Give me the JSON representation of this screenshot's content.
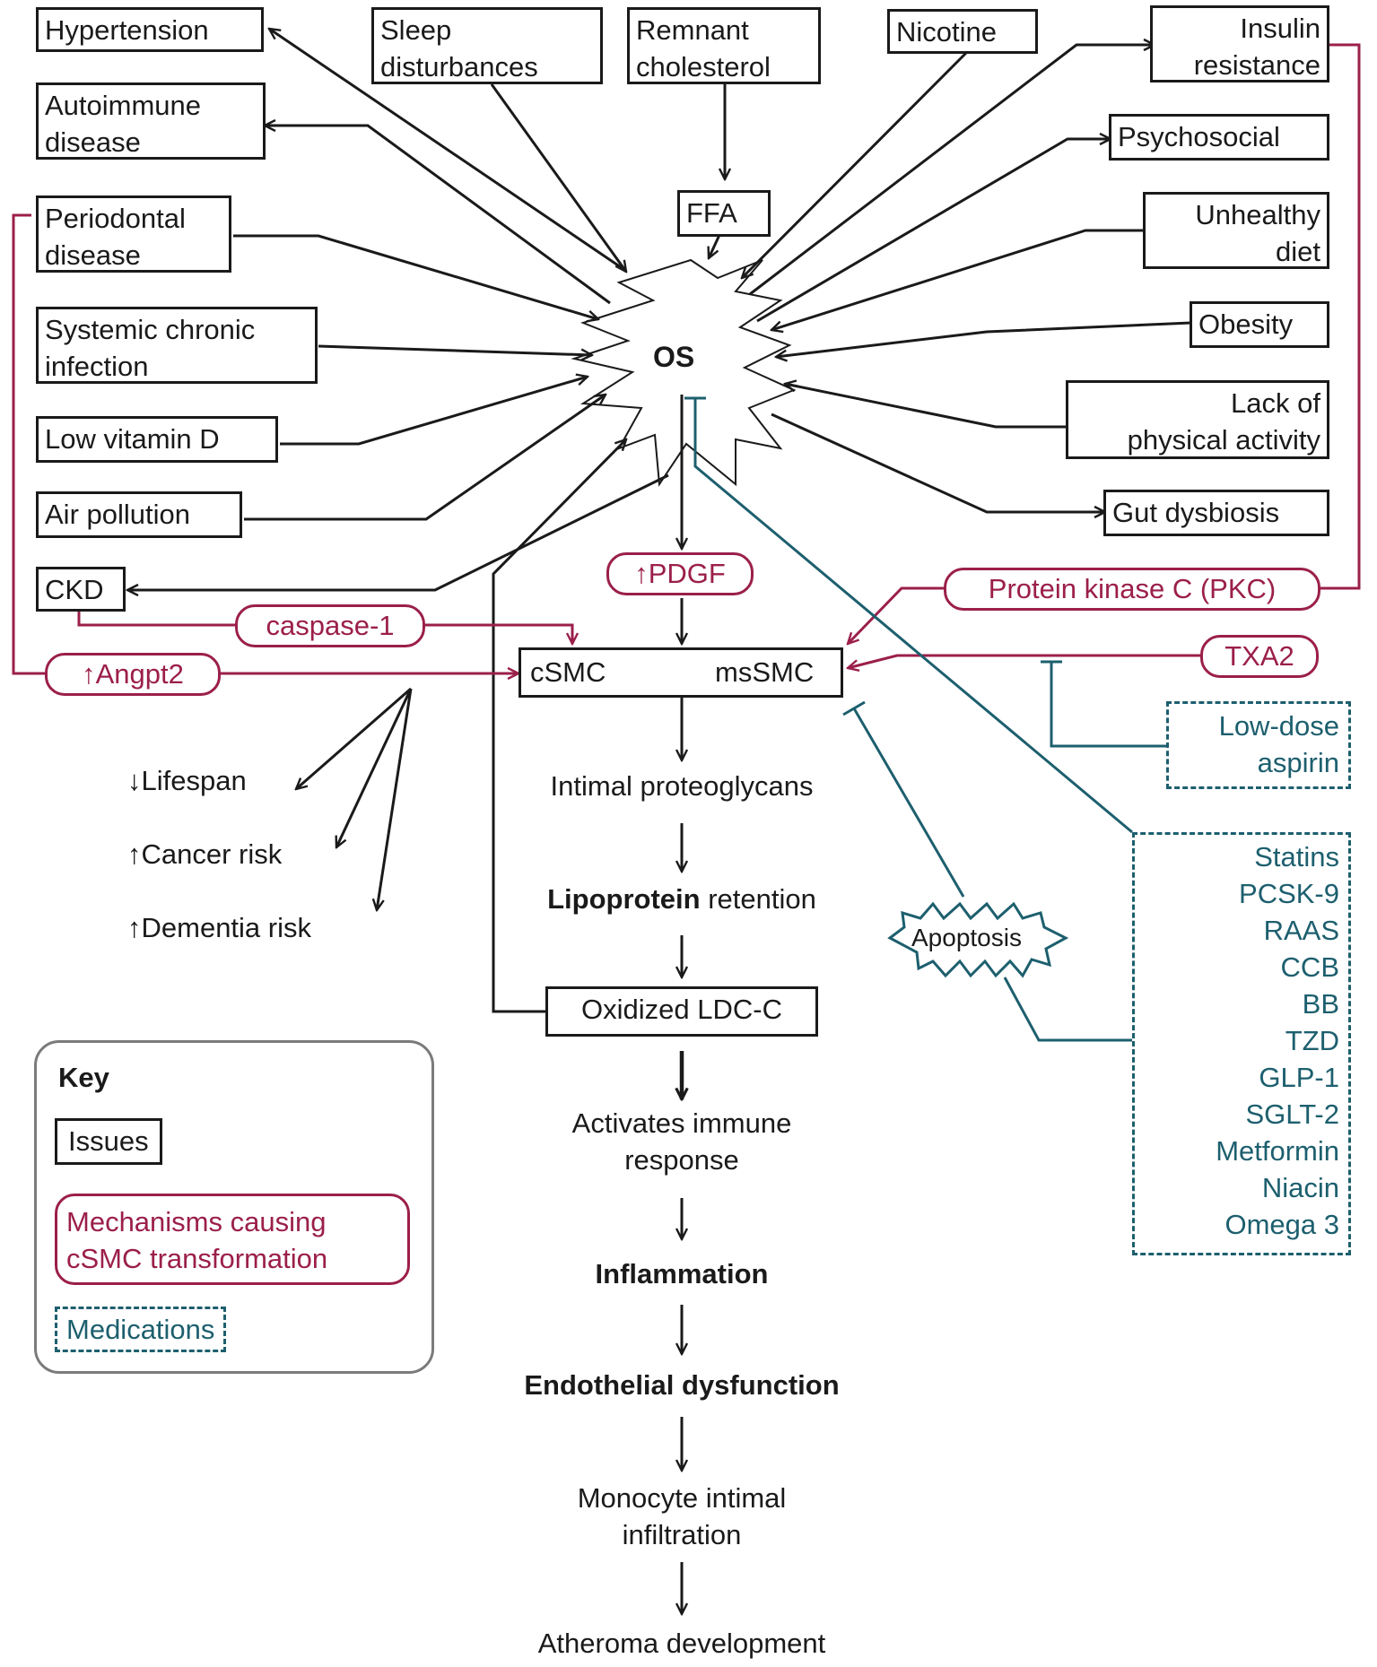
{
  "central_node": "OS",
  "issues": {
    "hypertension": "Hypertension",
    "sleep": [
      "Sleep",
      "disturbances"
    ],
    "remnant": [
      "Remnant",
      "cholesterol"
    ],
    "nicotine": "Nicotine",
    "insulin": [
      "Insulin",
      "resistance"
    ],
    "autoimmune": [
      "Autoimmune",
      "disease"
    ],
    "psychosocial": "Psychosocial",
    "periodontal": [
      "Periodontal",
      "disease"
    ],
    "diet": [
      "Unhealthy",
      "diet"
    ],
    "ffa": "FFA",
    "systemic": [
      "Systemic chronic",
      "infection"
    ],
    "obesity": "Obesity",
    "vitamin_d": "Low vitamin D",
    "physical": [
      "Lack of",
      "physical activity"
    ],
    "air": "Air pollution",
    "gut": "Gut dysbiosis",
    "ckd": "CKD",
    "csmc": "cSMC",
    "mssmc": "msSMC",
    "oxldl": "Oxidized LDC-C"
  },
  "mechanisms": {
    "pdgf": "↑PDGF",
    "pkc": "Protein kinase C (PKC)",
    "caspase": "caspase-1",
    "angpt2": "↑Angpt2",
    "txa2": "TXA2"
  },
  "medications": {
    "aspirin": [
      "Low-dose",
      "aspirin"
    ],
    "list": [
      "Statins",
      "PCSK-9",
      "RAAS",
      "CCB",
      "BB",
      "TZD",
      "GLP-1",
      "SGLT-2",
      "Metformin",
      "Niacin",
      "Omega 3"
    ]
  },
  "apoptosis": "Apoptosis",
  "outcomes": {
    "lifespan": "↓Lifespan",
    "cancer": "↑Cancer risk",
    "dementia": "↑Dementia risk"
  },
  "cascade": {
    "proteoglycans": "Intimal proteoglycans",
    "retention_bold": "Lipoprotein",
    "retention_rest": " retention",
    "immune": [
      "Activates immune",
      "response"
    ],
    "inflammation": "Inflammation",
    "endothelial": "Endothelial dysfunction",
    "monocyte": [
      "Monocyte intimal",
      "infiltration"
    ],
    "atheroma": "Atheroma development"
  },
  "key": {
    "title": "Key",
    "issues": "Issues",
    "mechanisms": [
      "Mechanisms causing",
      "cSMC transformation"
    ],
    "medications": "Medications"
  },
  "colors": {
    "black": "#1a1a1a",
    "mechanism": "#9b1f4b",
    "medication": "#1d5f6e",
    "key_border": "#7b7b7b"
  }
}
